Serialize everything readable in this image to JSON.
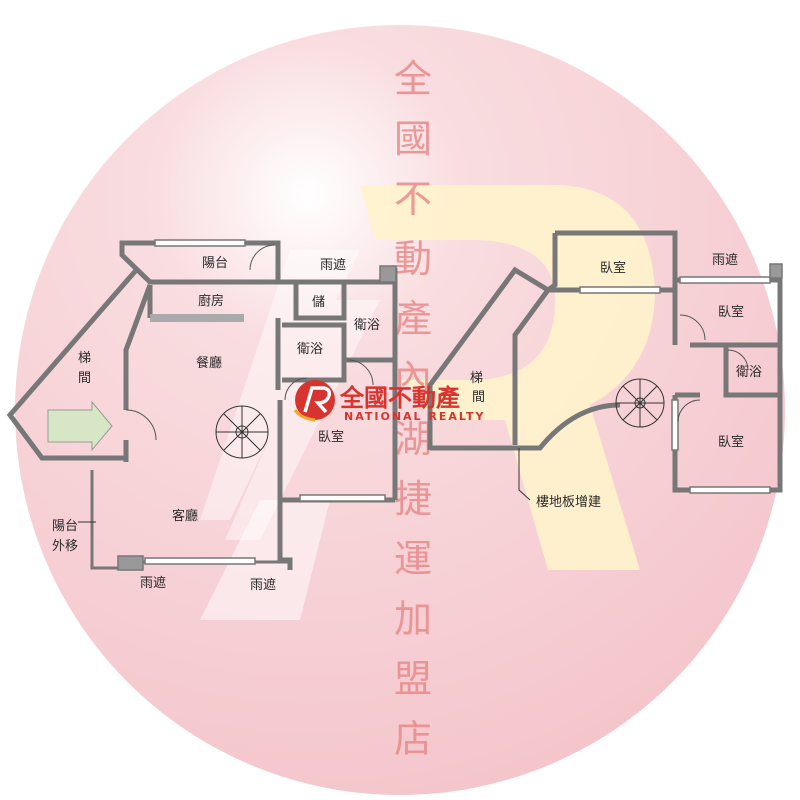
{
  "watermark": {
    "chars": [
      "全",
      "國",
      "不",
      "動",
      "產",
      "內",
      "湖",
      "捷",
      "運",
      "加",
      "盟",
      "店"
    ],
    "logo_cn": "全國不動產",
    "logo_en": "NATIONAL REALTY",
    "colors": {
      "circle": "#f6cbd0",
      "r_letter": "#fff2c8",
      "text": "#e88a8a",
      "logo": "#d8342f"
    }
  },
  "left_floor": {
    "balcony": "陽台",
    "canopy_top": "雨遮",
    "kitchen": "廚房",
    "storage": "儲",
    "bath_upper": "衛浴",
    "bath_lower": "衛浴",
    "stair_line1": "梯",
    "stair_line2": "間",
    "dining": "餐廳",
    "bedroom": "臥室",
    "living": "客廳",
    "balcony_ext_line1": "陽台",
    "balcony_ext_line2": "外移",
    "canopy_bottom_left": "雨遮",
    "canopy_bottom_right": "雨遮"
  },
  "right_floor": {
    "bedroom_top": "臥室",
    "canopy": "雨遮",
    "bedroom_right_top": "臥室",
    "stair_line1": "梯",
    "stair_line2": "間",
    "bath": "衛浴",
    "bedroom_right_bottom": "臥室",
    "floor_addition": "樓地板增建"
  }
}
